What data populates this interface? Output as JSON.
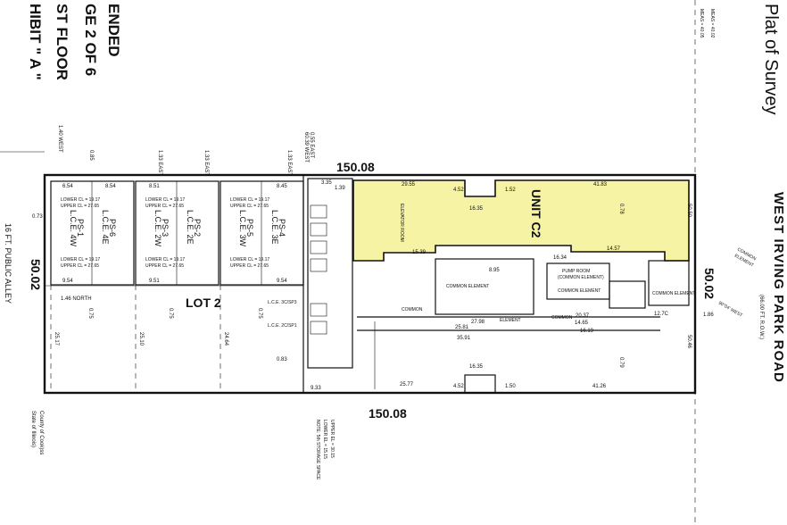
{
  "exhibit": {
    "line1": "HIBIT \" A \"",
    "line2": "ENDED",
    "line3": "GE 2 OF 6",
    "floor": "ST FLOOR"
  },
  "survey_title": "Plat of Survey",
  "road": {
    "name_line1": "WEST IRVING PARK ROAD",
    "name_line2": "(66.00 FT. R.O.W.)"
  },
  "alley": "16 FT. PUBLIC ALLEY",
  "dimensions": {
    "top": "150.08",
    "bottom": "150.08",
    "left": "50.02",
    "right": "50.02"
  },
  "lot": "LOT 2",
  "unit": "UNIT C2",
  "elevator": "ELEVATOR ROOM",
  "common_elements": [
    "COMMON ELEMENT",
    "COMMON ELEMENT",
    "COMMON ELEMENT",
    "COMMON ELEMENT"
  ],
  "pump_room": {
    "line1": "PUMP ROOM",
    "line2": "(COMMON ELEMENT)"
  },
  "common_labels": [
    "COMMON",
    "ELEMENT",
    "COMMON",
    "COMMON ELEMENT"
  ],
  "corner_label": {
    "line1": "COMMON",
    "line2": "ELEMENT"
  },
  "parking": [
    {
      "lce": "L.C.E. 4E",
      "ps": "PS-6",
      "lce2": "L.C.E. 4W",
      "ps2": "PS-1"
    },
    {
      "lce": "L.C.E. 2E",
      "ps": "PS-2",
      "lce2": "L.C.E. 2W",
      "ps2": "PS-3"
    },
    {
      "lce": "L.C.E. 3E",
      "ps": "PS-4",
      "lce2": "L.C.E. 3W",
      "ps2": "PS-5"
    }
  ],
  "levels": {
    "lower": "LOWER CL = 19.17",
    "upper": "UPPER CL = 27.65"
  },
  "lce_small": [
    "L.C.E. 3C/SP3",
    "L.C.E. 2C/SP1"
  ],
  "measures": {
    "m1": "29.55",
    "m2": "4.52",
    "m3": "1.52",
    "m4": "41.83",
    "m5": "16.35",
    "m6": "14.57",
    "m7": "16.34",
    "m8": "15.39",
    "m9": "27.98",
    "m10": "25.81",
    "m11": "20.37",
    "m12": "16.19",
    "m13": "14.65",
    "m14": "35.91",
    "m15": "16.35",
    "m16": "25.77",
    "m17": "41.26",
    "m18": "4.52",
    "m19": "1.50",
    "m20": "9.33",
    "m21": "0.83",
    "m22": "25.17",
    "m23": "25.10",
    "m24": "24.64",
    "m25": "0.73",
    "m26": "8.54",
    "m27": "8.51",
    "m28": "8.45",
    "m29": "9.54",
    "m30": "9.51",
    "m31": "9.54",
    "m32": "6.54",
    "m33": "1.46 NORTH",
    "m34": "0.75",
    "m35": "0.75",
    "m36": "0.75",
    "m37": "1.33 EAST",
    "m38": "1.33 EAST",
    "m39": "1.33 EAST",
    "m40": "1.40 WEST",
    "m41": "0.55 EAST",
    "m42": "60.39 WEST",
    "m43": "0.85",
    "m44": "1.39",
    "m45": "0.79",
    "m46": "0.78",
    "m47": "50.46",
    "m48": "50.50",
    "m49": "3.35",
    "m50": "8.95",
    "m51": "1.86",
    "m52": "12.7C"
  },
  "notes": {
    "note1": "NOTE: 5th STORAGE SPACE",
    "note2": "LOWER EL = 15.15",
    "note3": "UPPER EL = 30.15"
  },
  "state": {
    "line1": "State of Illinois)",
    "line2": "County of Cook)ss"
  },
  "meas_top": {
    "a": "MEAS = 40.05",
    "b": "MEAS = 40.02"
  },
  "angle": "90°04' WEST",
  "ticks": [
    "0.75",
    "0.75",
    "0.75"
  ]
}
